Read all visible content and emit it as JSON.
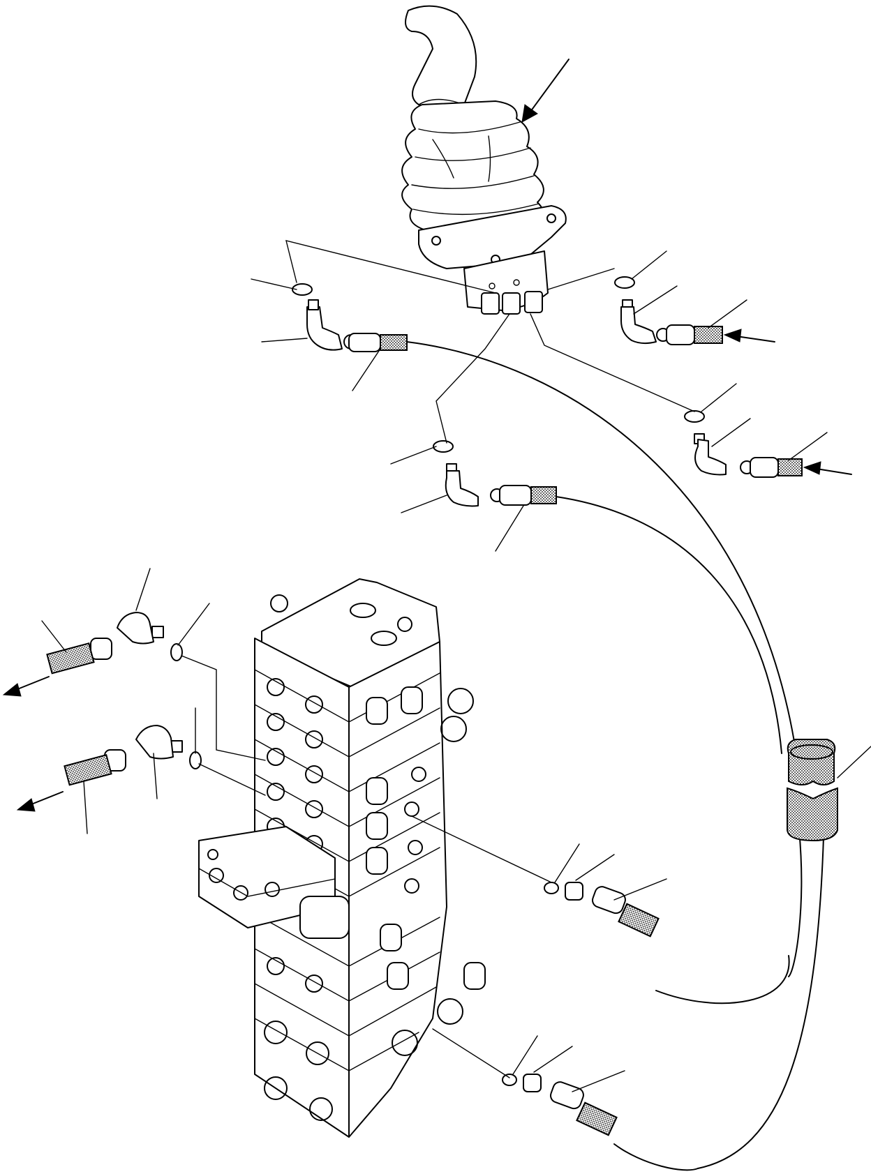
{
  "colors": {
    "line": "#000000",
    "background": "#ffffff"
  },
  "parts": [
    {
      "id": "pilot-joystick",
      "icon": "joystick-lever-icon"
    },
    {
      "id": "control-valve",
      "icon": "control-valve-block-icon"
    },
    {
      "id": "hose-bundle-sleeve",
      "icon": "protective-sleeve-icon"
    }
  ]
}
